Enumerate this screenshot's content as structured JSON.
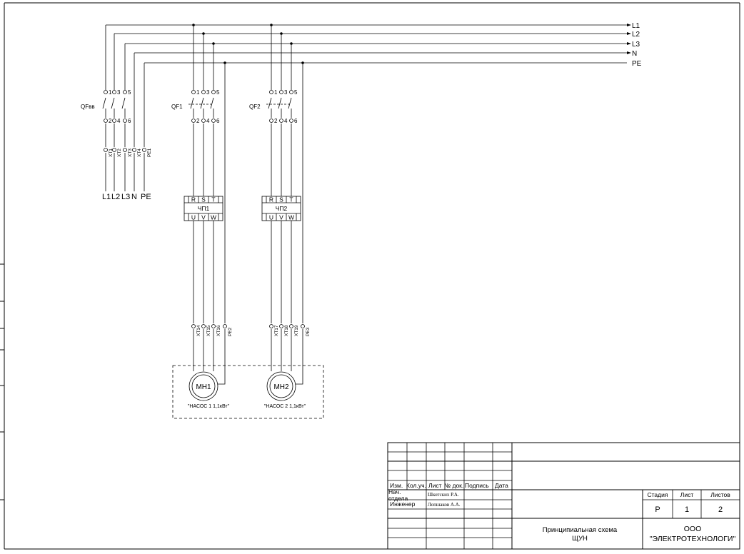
{
  "buses": {
    "l1": "L1",
    "l2": "L2",
    "l3": "L3",
    "n": "N",
    "pe": "PE"
  },
  "input": {
    "breaker": "QFвв",
    "top_pins": [
      "1",
      "3",
      "5"
    ],
    "bottom_pins": [
      "2",
      "4",
      "6"
    ],
    "terminals": [
      "XT1",
      "XT2",
      "XT3",
      "XT4",
      "PE1"
    ],
    "labels": [
      "L1",
      "L2",
      "L3",
      "N",
      "PE"
    ]
  },
  "branch1": {
    "breaker": "QF1",
    "top_pins": [
      "1",
      "3",
      "5"
    ],
    "bottom_pins": [
      "2",
      "4",
      "6"
    ],
    "vfd": "ЧП1",
    "vfd_in": [
      "R",
      "S",
      "T"
    ],
    "vfd_out": [
      "U",
      "V",
      "W"
    ],
    "terminals": [
      "XT14",
      "XT15",
      "XT16",
      "PE2"
    ],
    "motor": "МН1",
    "motor_caption": "\"НАСОС 1 1,1кВт\""
  },
  "branch2": {
    "breaker": "QF2",
    "top_pins": [
      "1",
      "3",
      "5"
    ],
    "bottom_pins": [
      "2",
      "4",
      "6"
    ],
    "vfd": "ЧП2",
    "vfd_in": [
      "R",
      "S",
      "T"
    ],
    "vfd_out": [
      "U",
      "V",
      "W"
    ],
    "terminals": [
      "XT17",
      "XT18",
      "XT19",
      "PE3"
    ],
    "motor": "МН2",
    "motor_caption": "\"НАСОС 2 1,1кВт\""
  },
  "title_block": {
    "headers": [
      "Изм.",
      "Кол.уч.",
      "Лист",
      "№ док.",
      "Подпись",
      "Дата"
    ],
    "role1": "Нач. отдела",
    "person1": "Шкотских Р.А.",
    "role2": "Инженер",
    "person2": "Лопшаков А.А.",
    "stage_header": "Стадия",
    "sheet_header": "Лист",
    "sheets_header": "Листов",
    "stage": "Р",
    "sheet": "1",
    "sheets": "2",
    "doc_title_line1": "Принципиальная схема",
    "doc_title_line2": "ЩУН",
    "org_line1": "ООО",
    "org_line2": "\"ЭЛЕКТРОТЕХНОЛОГИ\""
  }
}
